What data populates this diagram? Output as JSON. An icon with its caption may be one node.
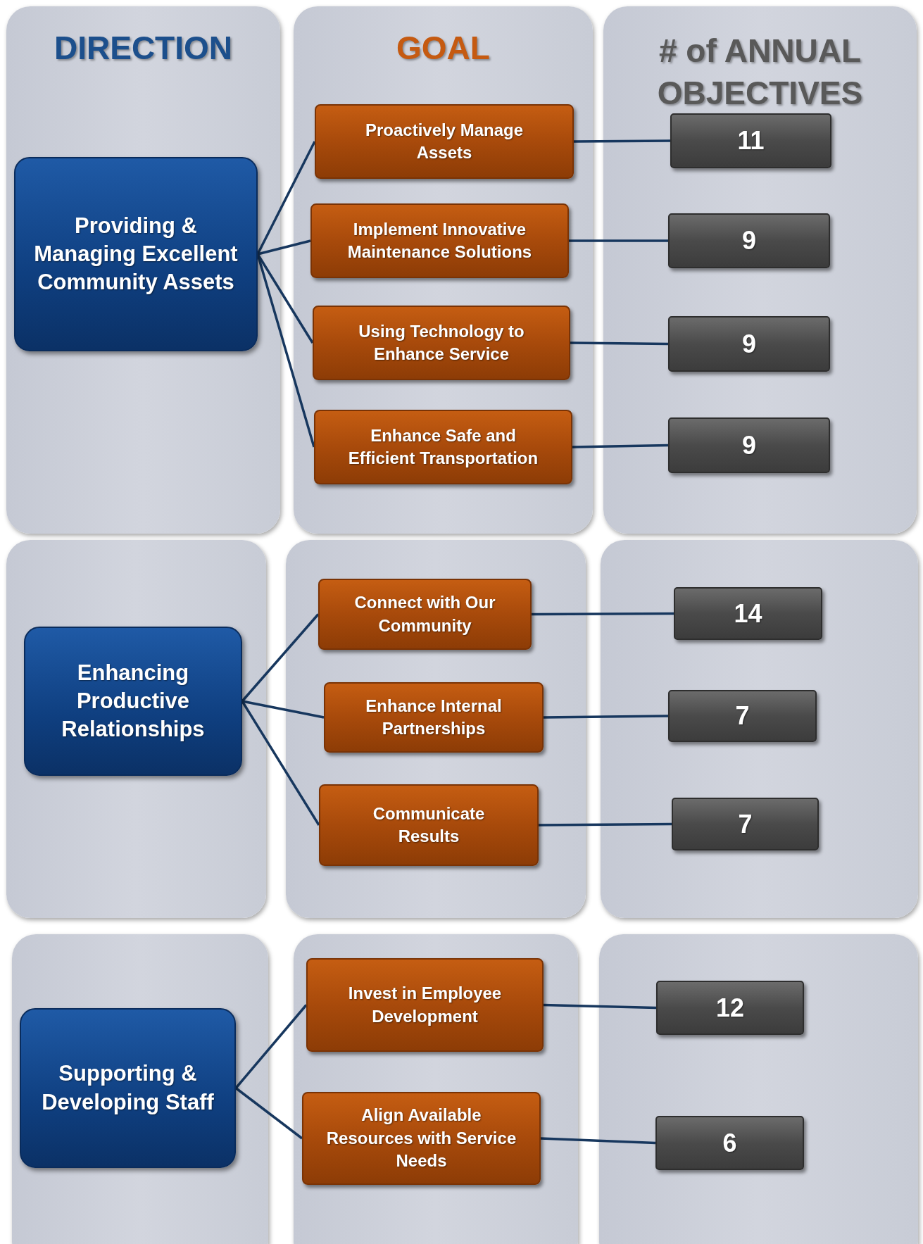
{
  "diagram": {
    "nodes": [
      {
        "text": [
          "DIRECTION"
        ]
      },
      {
        "text": [
          "Providing & Managing Excellent Community Assets"
        ],
        "in": 0
      },
      {
        "text": [
          "GOAL"
        ]
      },
      {
        "text": [
          "Proactively Manage Assets"
        ],
        "in": 2
      },
      {
        "text": [
          "Implement Innovative Maintenance Solutions"
        ],
        "in": 2
      },
      {
        "text": [
          "Using Technology to Enhance Service"
        ],
        "in": 2
      },
      {
        "text": [
          "Enhance Safe and Efficient Transportation"
        ],
        "in": 2
      },
      {
        "text": [
          "# of ANNUAL OBJECTIVES"
        ]
      },
      {
        "text": [
          "11"
        ],
        "in": 7
      },
      {
        "text": [
          "9"
        ],
        "in": 7
      },
      {
        "text": [
          "9"
        ],
        "in": 7
      },
      {
        "text": [
          "9"
        ],
        "in": 7
      },
      {
        "text": [],
        "shape": "box"
      },
      {
        "text": [
          "Enhancing Productive Relationships"
        ],
        "in": 12
      },
      {
        "text": [],
        "shape": "box"
      },
      {
        "text": [
          "Connect with Our Community"
        ],
        "in": 14
      },
      {
        "text": [
          "Enhance Internal Partnerships"
        ],
        "in": 14
      },
      {
        "text": [
          "Communicate Results"
        ],
        "in": 14
      },
      {
        "text": [],
        "shape": "box"
      },
      {
        "text": [
          "14"
        ],
        "in": 18
      },
      {
        "text": [
          "7"
        ],
        "in": 18
      },
      {
        "text": [
          "7"
        ],
        "in": 18
      },
      {
        "text": [],
        "shape": "box"
      },
      {
        "text": [
          "Supporting & Developing Staff"
        ],
        "in": 22
      },
      {
        "text": [],
        "shape": "box"
      },
      {
        "text": [
          "Invest in Employee Development"
        ],
        "in": 24
      },
      {
        "text": [
          "Align Available Resources with Service Needs"
        ],
        "in": 24
      },
      {
        "text": [],
        "shape": "box"
      },
      {
        "text": [
          "12"
        ],
        "in": 27
      },
      {
        "text": [
          "6"
        ],
        "in": 27
      }
    ],
    "edges": [
      {
        "from": 1,
        "to": 3,
        "arrow": "none"
      },
      {
        "from": 1,
        "to": 4,
        "arrow": "none"
      },
      {
        "from": 1,
        "to": 5,
        "arrow": "none"
      },
      {
        "from": 1,
        "to": 6,
        "arrow": "none"
      },
      {
        "from": 3,
        "to": 8,
        "arrow": "none"
      },
      {
        "from": 4,
        "to": 9,
        "arrow": "none"
      },
      {
        "from": 5,
        "to": 10,
        "arrow": "none"
      },
      {
        "from": 6,
        "to": 11,
        "arrow": "none"
      },
      {
        "from": 13,
        "to": 15,
        "arrow": "none"
      },
      {
        "from": 13,
        "to": 16,
        "arrow": "none"
      },
      {
        "from": 13,
        "to": 17,
        "arrow": "none"
      },
      {
        "from": 15,
        "to": 19,
        "arrow": "none"
      },
      {
        "from": 16,
        "to": 20,
        "arrow": "none"
      },
      {
        "from": 17,
        "to": 21,
        "arrow": "none"
      },
      {
        "from": 23,
        "to": 25,
        "arrow": "none"
      },
      {
        "from": 23,
        "to": 26,
        "arrow": "none"
      },
      {
        "from": 25,
        "to": 28,
        "arrow": "none"
      },
      {
        "from": 26,
        "to": 29,
        "arrow": "none"
      }
    ]
  }
}
